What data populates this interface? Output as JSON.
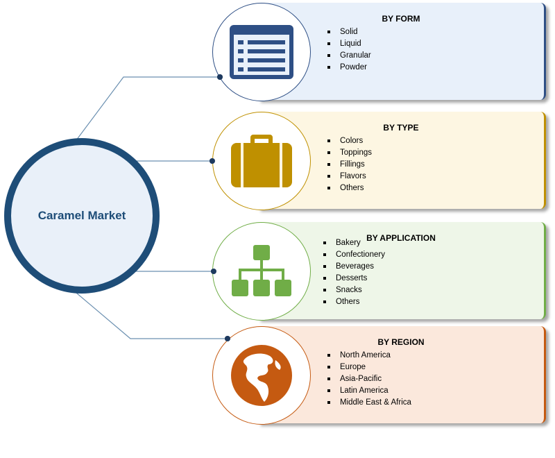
{
  "hub": {
    "title": "Caramel Market"
  },
  "colors": {
    "hub_border": "#1e4d78",
    "hub_fill": "#e9f0f9",
    "form_accent": "#2e4f85",
    "type_accent": "#bf9000",
    "application_accent": "#70ad47",
    "region_accent": "#c55a11"
  },
  "segments": [
    {
      "title": "BY FORM",
      "icon": "document-list-icon",
      "items": [
        "Solid",
        "Liquid",
        "Granular",
        "Powder"
      ]
    },
    {
      "title": "BY TYPE",
      "icon": "briefcase-icon",
      "items": [
        "Colors",
        "Toppings",
        "Fillings",
        "Flavors",
        "Others"
      ]
    },
    {
      "title": "BY APPLICATION",
      "icon": "hierarchy-icon",
      "items": [
        "Bakery",
        "Confectionery",
        "Beverages",
        "Desserts",
        "Snacks",
        "Others"
      ]
    },
    {
      "title": "BY REGION",
      "icon": "globe-americas-icon",
      "items": [
        "North America",
        "Europe",
        "Asia-Pacific",
        "Latin America",
        "Middle East & Africa"
      ]
    }
  ]
}
